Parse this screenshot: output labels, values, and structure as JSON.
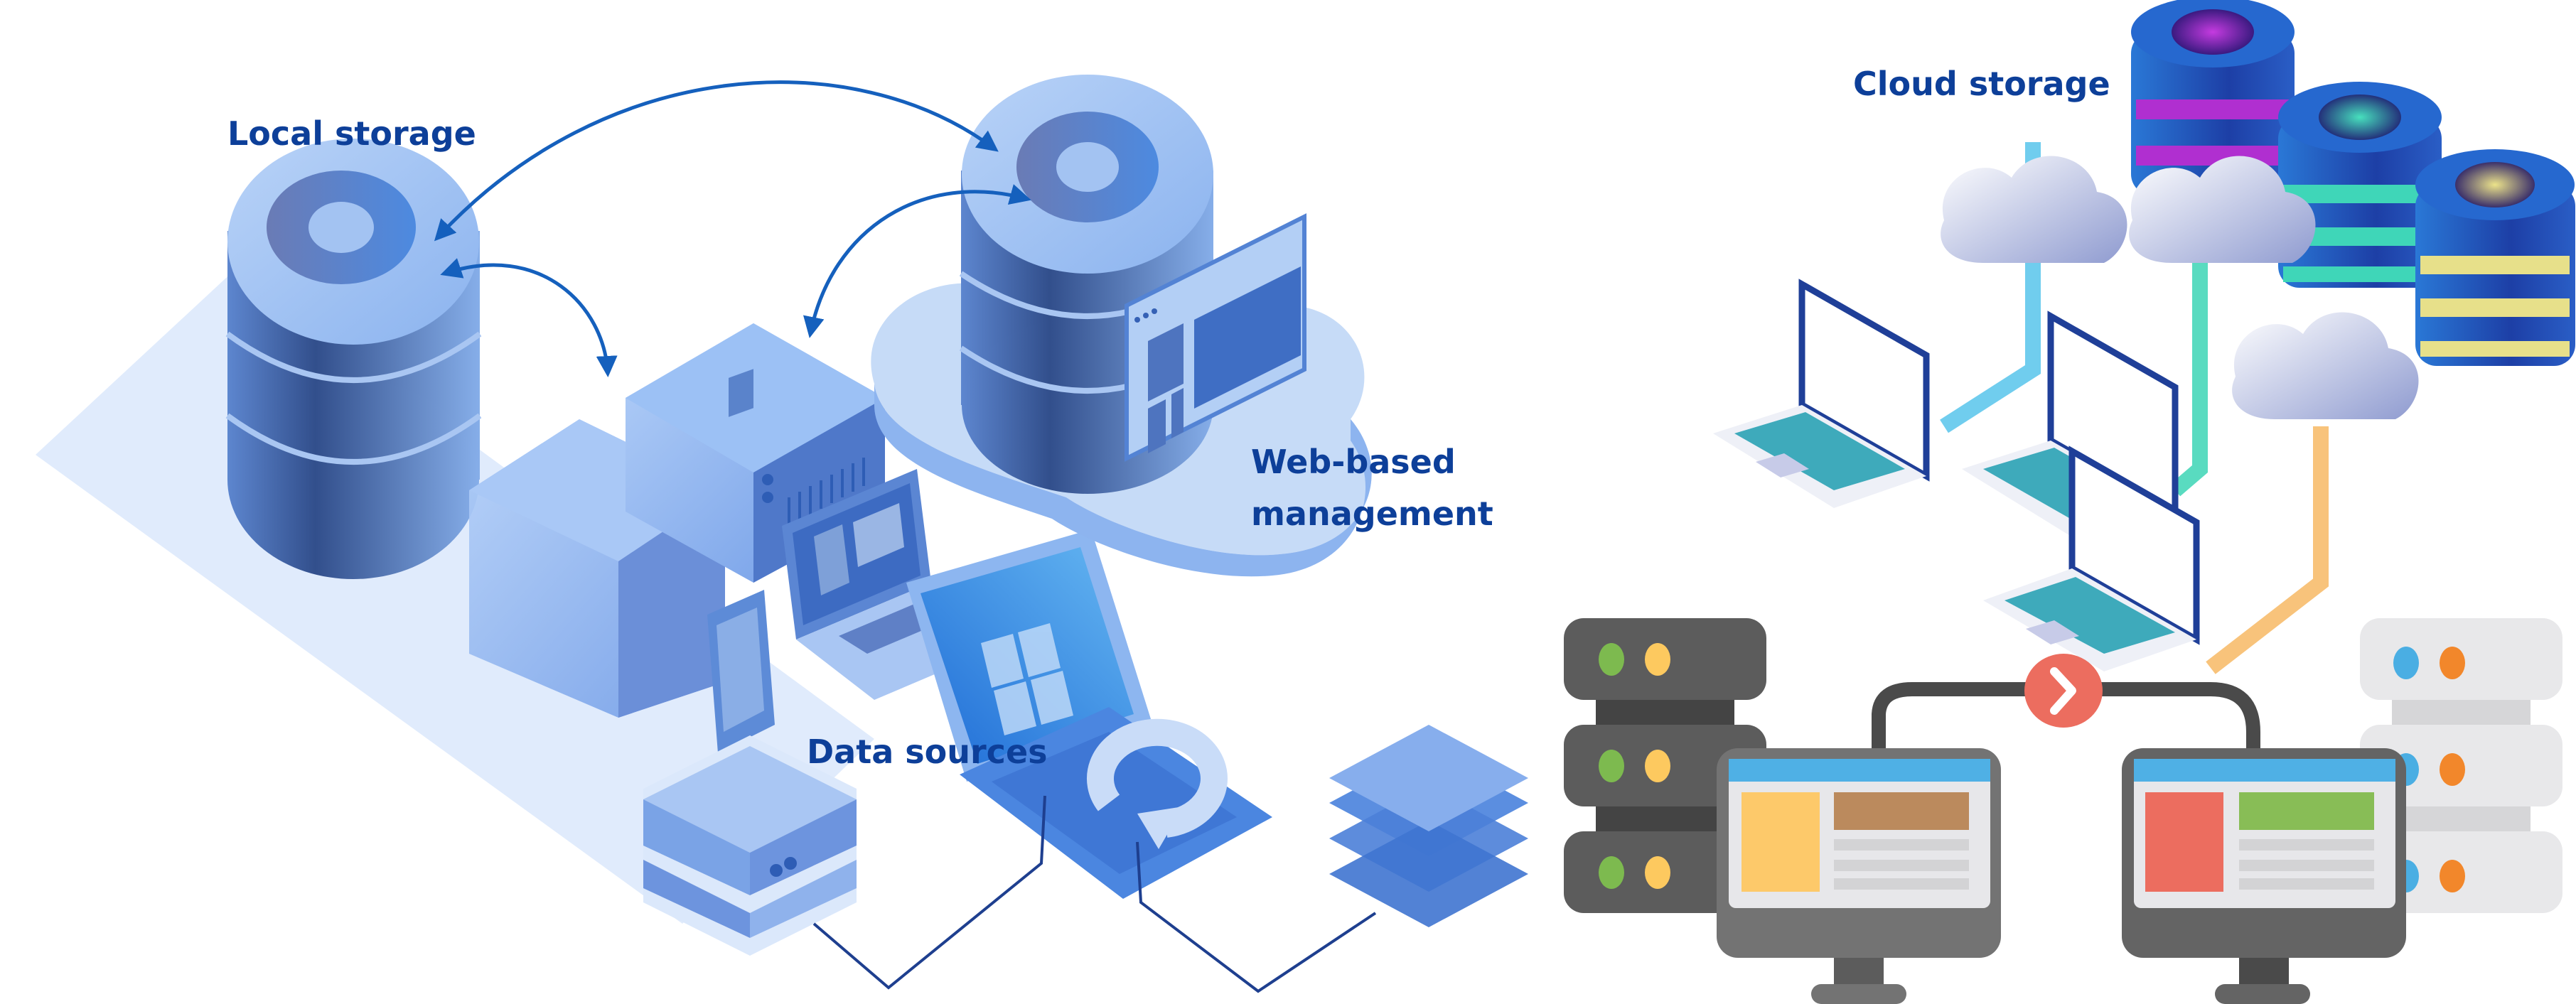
{
  "labels": {
    "local_storage": "Local storage",
    "web_based_line1": "Web-based",
    "web_based_line2": "management",
    "data_sources": "Data sources",
    "cloud_storage": "Cloud storage"
  },
  "colors": {
    "label_text": "#0d3f99",
    "arrow": "#1560bd",
    "floor_tint": "#dbe8fb",
    "cylinder_dark": "#3e5f9e",
    "cylinder_light": "#8fb8ef",
    "cloud_db_purple": "#b02fd0",
    "cloud_db_teal": "#3fd6b8",
    "cloud_db_yellow": "#e7e08a",
    "connector_blue": "#4cc0ea",
    "connector_teal": "#2fd2b0",
    "connector_orange": "#f6b45a",
    "keyboard_teal": "#1f9db0",
    "server_dark": "#5a5a5a",
    "server_light": "#e8e8ea",
    "led_green": "#7dba4f",
    "led_yellow": "#fdc95f",
    "led_blue": "#4aaee3",
    "led_orange": "#f2872b",
    "monitor_header": "#4fb0e5",
    "tile_yellow": "#fdc96a",
    "tile_brown": "#bb8a5d",
    "tile_red": "#ec6d5f",
    "tile_green": "#88bd56",
    "sync_badge": "#ec6d5f"
  },
  "icons": {
    "sync_badge": "chevron-right-icon",
    "refresh": "refresh-icon"
  }
}
